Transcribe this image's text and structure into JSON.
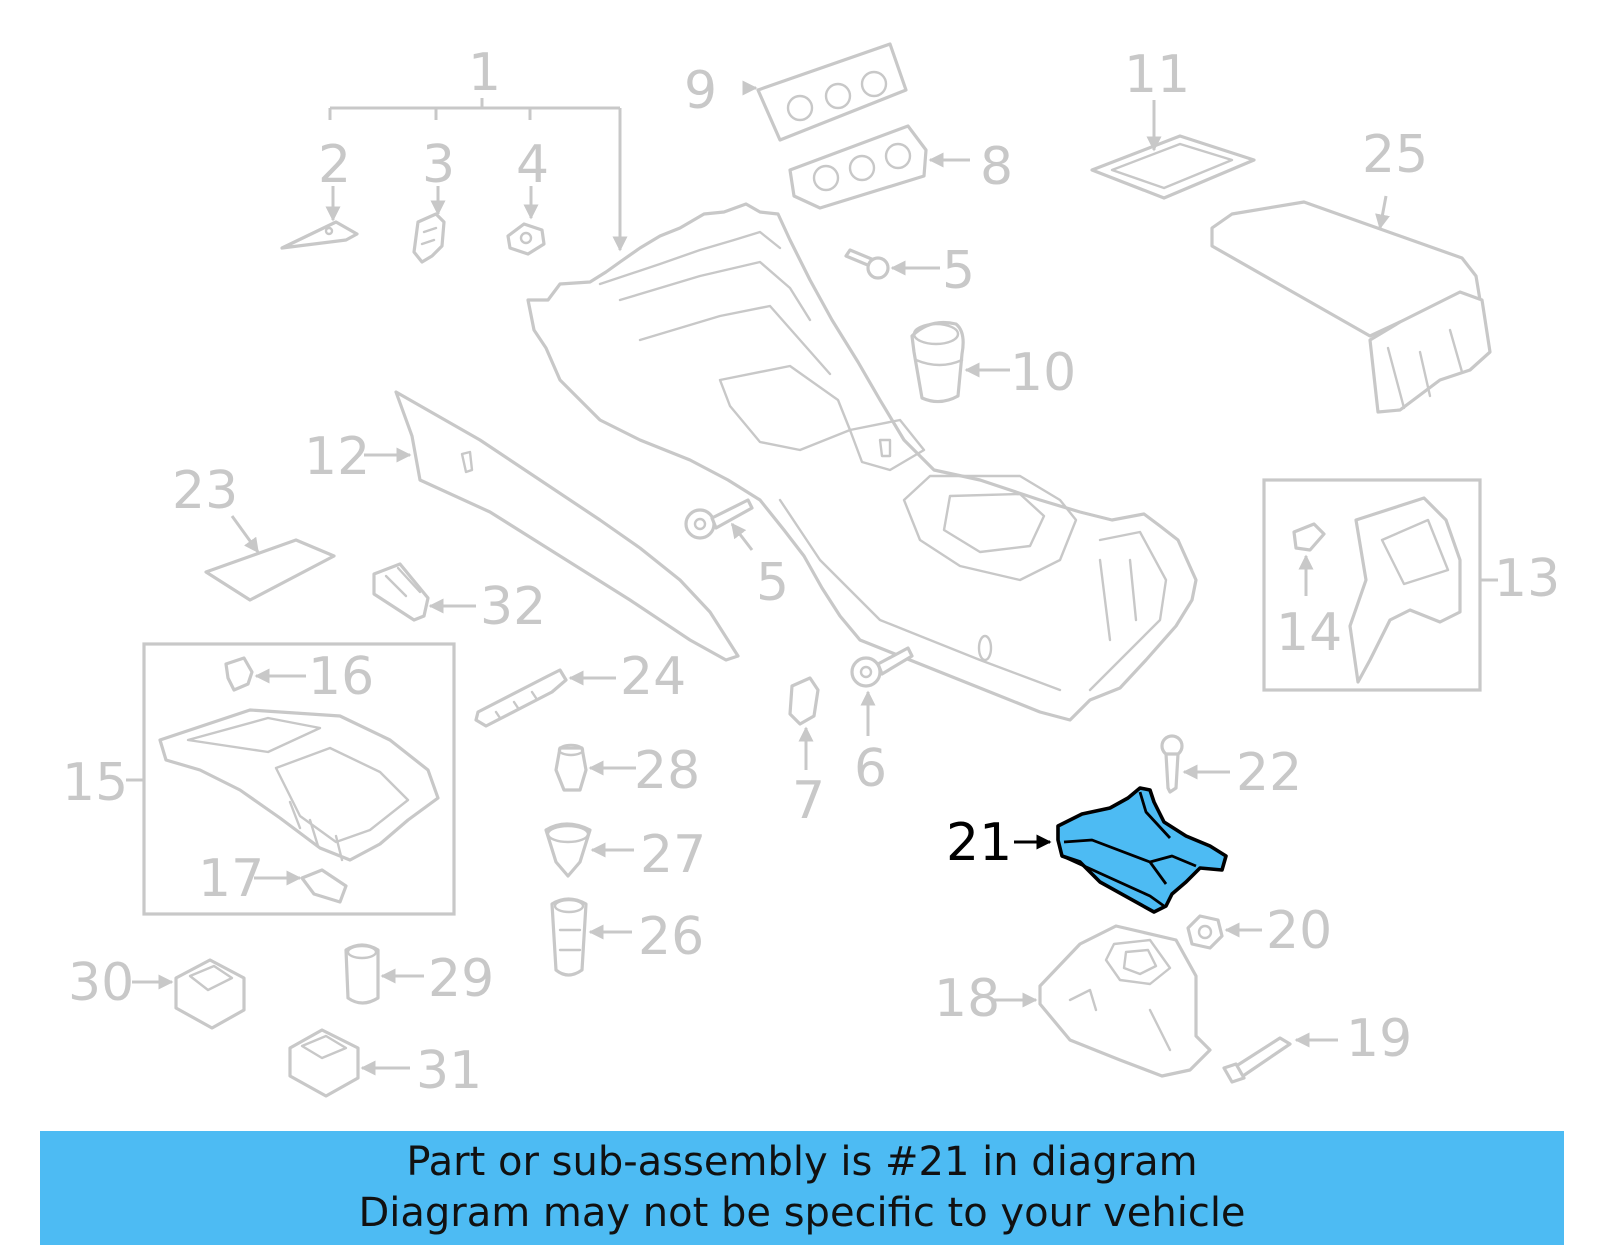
{
  "diagram": {
    "highlight_color": "#4dbbf3",
    "part_color": "#c8c8c8",
    "highlighted_part": "21",
    "callouts": [
      "1",
      "2",
      "3",
      "4",
      "5",
      "5",
      "6",
      "7",
      "8",
      "9",
      "10",
      "11",
      "12",
      "13",
      "14",
      "15",
      "16",
      "17",
      "18",
      "19",
      "20",
      "21",
      "22",
      "23",
      "24",
      "25",
      "26",
      "27",
      "28",
      "29",
      "30",
      "31",
      "32"
    ]
  },
  "banner": {
    "line1": "Part or sub-assembly is #21 in diagram",
    "line2": "Diagram may not be specific to your vehicle"
  }
}
